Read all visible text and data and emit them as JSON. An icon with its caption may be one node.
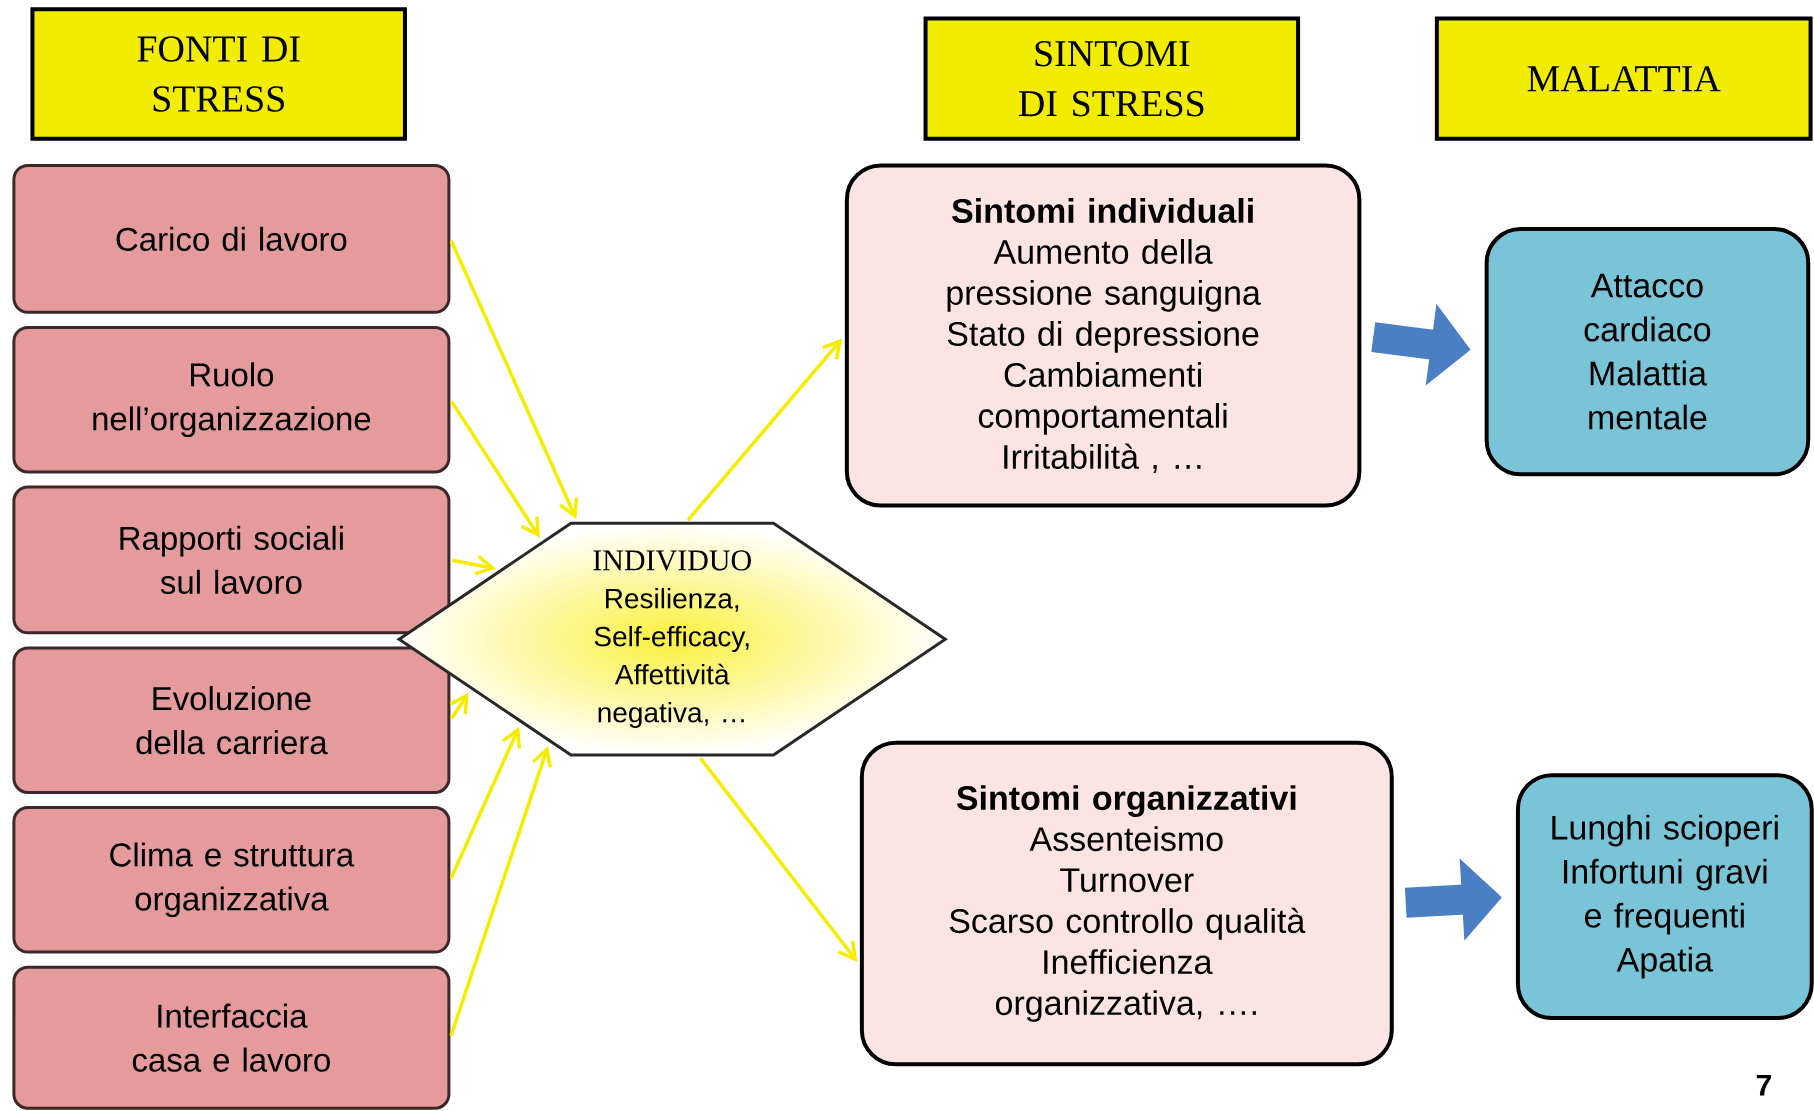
{
  "diagram": {
    "nodes": [
      {
        "text": [
          "FONTI DI STRESS"
        ]
      },
      {
        "text": [
          "SINTOMI DI STRESS"
        ]
      },
      {
        "text": [
          "MALATTIA"
        ]
      },
      {
        "text": [
          "Carico di lavoro"
        ]
      },
      {
        "text": [
          "Ruolo nell’organizzazione"
        ]
      },
      {
        "text": [
          "Rapporti sociali sul lavoro"
        ]
      },
      {
        "text": [
          "Evoluzione della carriera"
        ]
      },
      {
        "text": [
          "Clima e struttura organizzativa"
        ]
      },
      {
        "text": [
          "Interfaccia casa e lavoro"
        ]
      },
      {
        "text": [
          "INDIVIDUO",
          "Resilienza, Self-efficacy, Affettività negativa, …"
        ]
      },
      {
        "text": [
          "Sintomi individuali",
          "Aumento della pressione sanguigna",
          "Stato di depressione",
          "Cambiamenti comportamentali",
          "Irritabilità , …"
        ]
      },
      {
        "text": [
          "Attacco cardiaco",
          "Malattia mentale"
        ]
      },
      {
        "text": [
          "Sintomi organizzativi",
          "Assenteismo",
          "Turnover",
          "Scarso controllo qualità",
          "Inefficienza organizzativa, …."
        ]
      },
      {
        "text": [
          "Lunghi scioperi",
          "Infortuni gravi e frequenti",
          "Apatia"
        ]
      }
    ],
    "edges": [
      {
        "from": 3,
        "to": 9,
        "arrow": "to"
      },
      {
        "from": 4,
        "to": 9,
        "arrow": "to"
      },
      {
        "from": 5,
        "to": 9,
        "arrow": "to"
      },
      {
        "from": 6,
        "to": 9,
        "arrow": "to"
      },
      {
        "from": 7,
        "to": 9,
        "arrow": "to"
      },
      {
        "from": 8,
        "to": 9,
        "arrow": "to"
      },
      {
        "from": 9,
        "to": 10,
        "arrow": "to"
      },
      {
        "from": 9,
        "to": 12,
        "arrow": "to"
      },
      {
        "from": 10,
        "to": 11,
        "arrow": "to",
        "style": "thick",
        "color": "#4a7fc4"
      },
      {
        "from": 12,
        "to": 13,
        "arrow": "to",
        "style": "thick",
        "color": "#4a7fc4"
      }
    ],
    "labels": [
      "7"
    ]
  }
}
